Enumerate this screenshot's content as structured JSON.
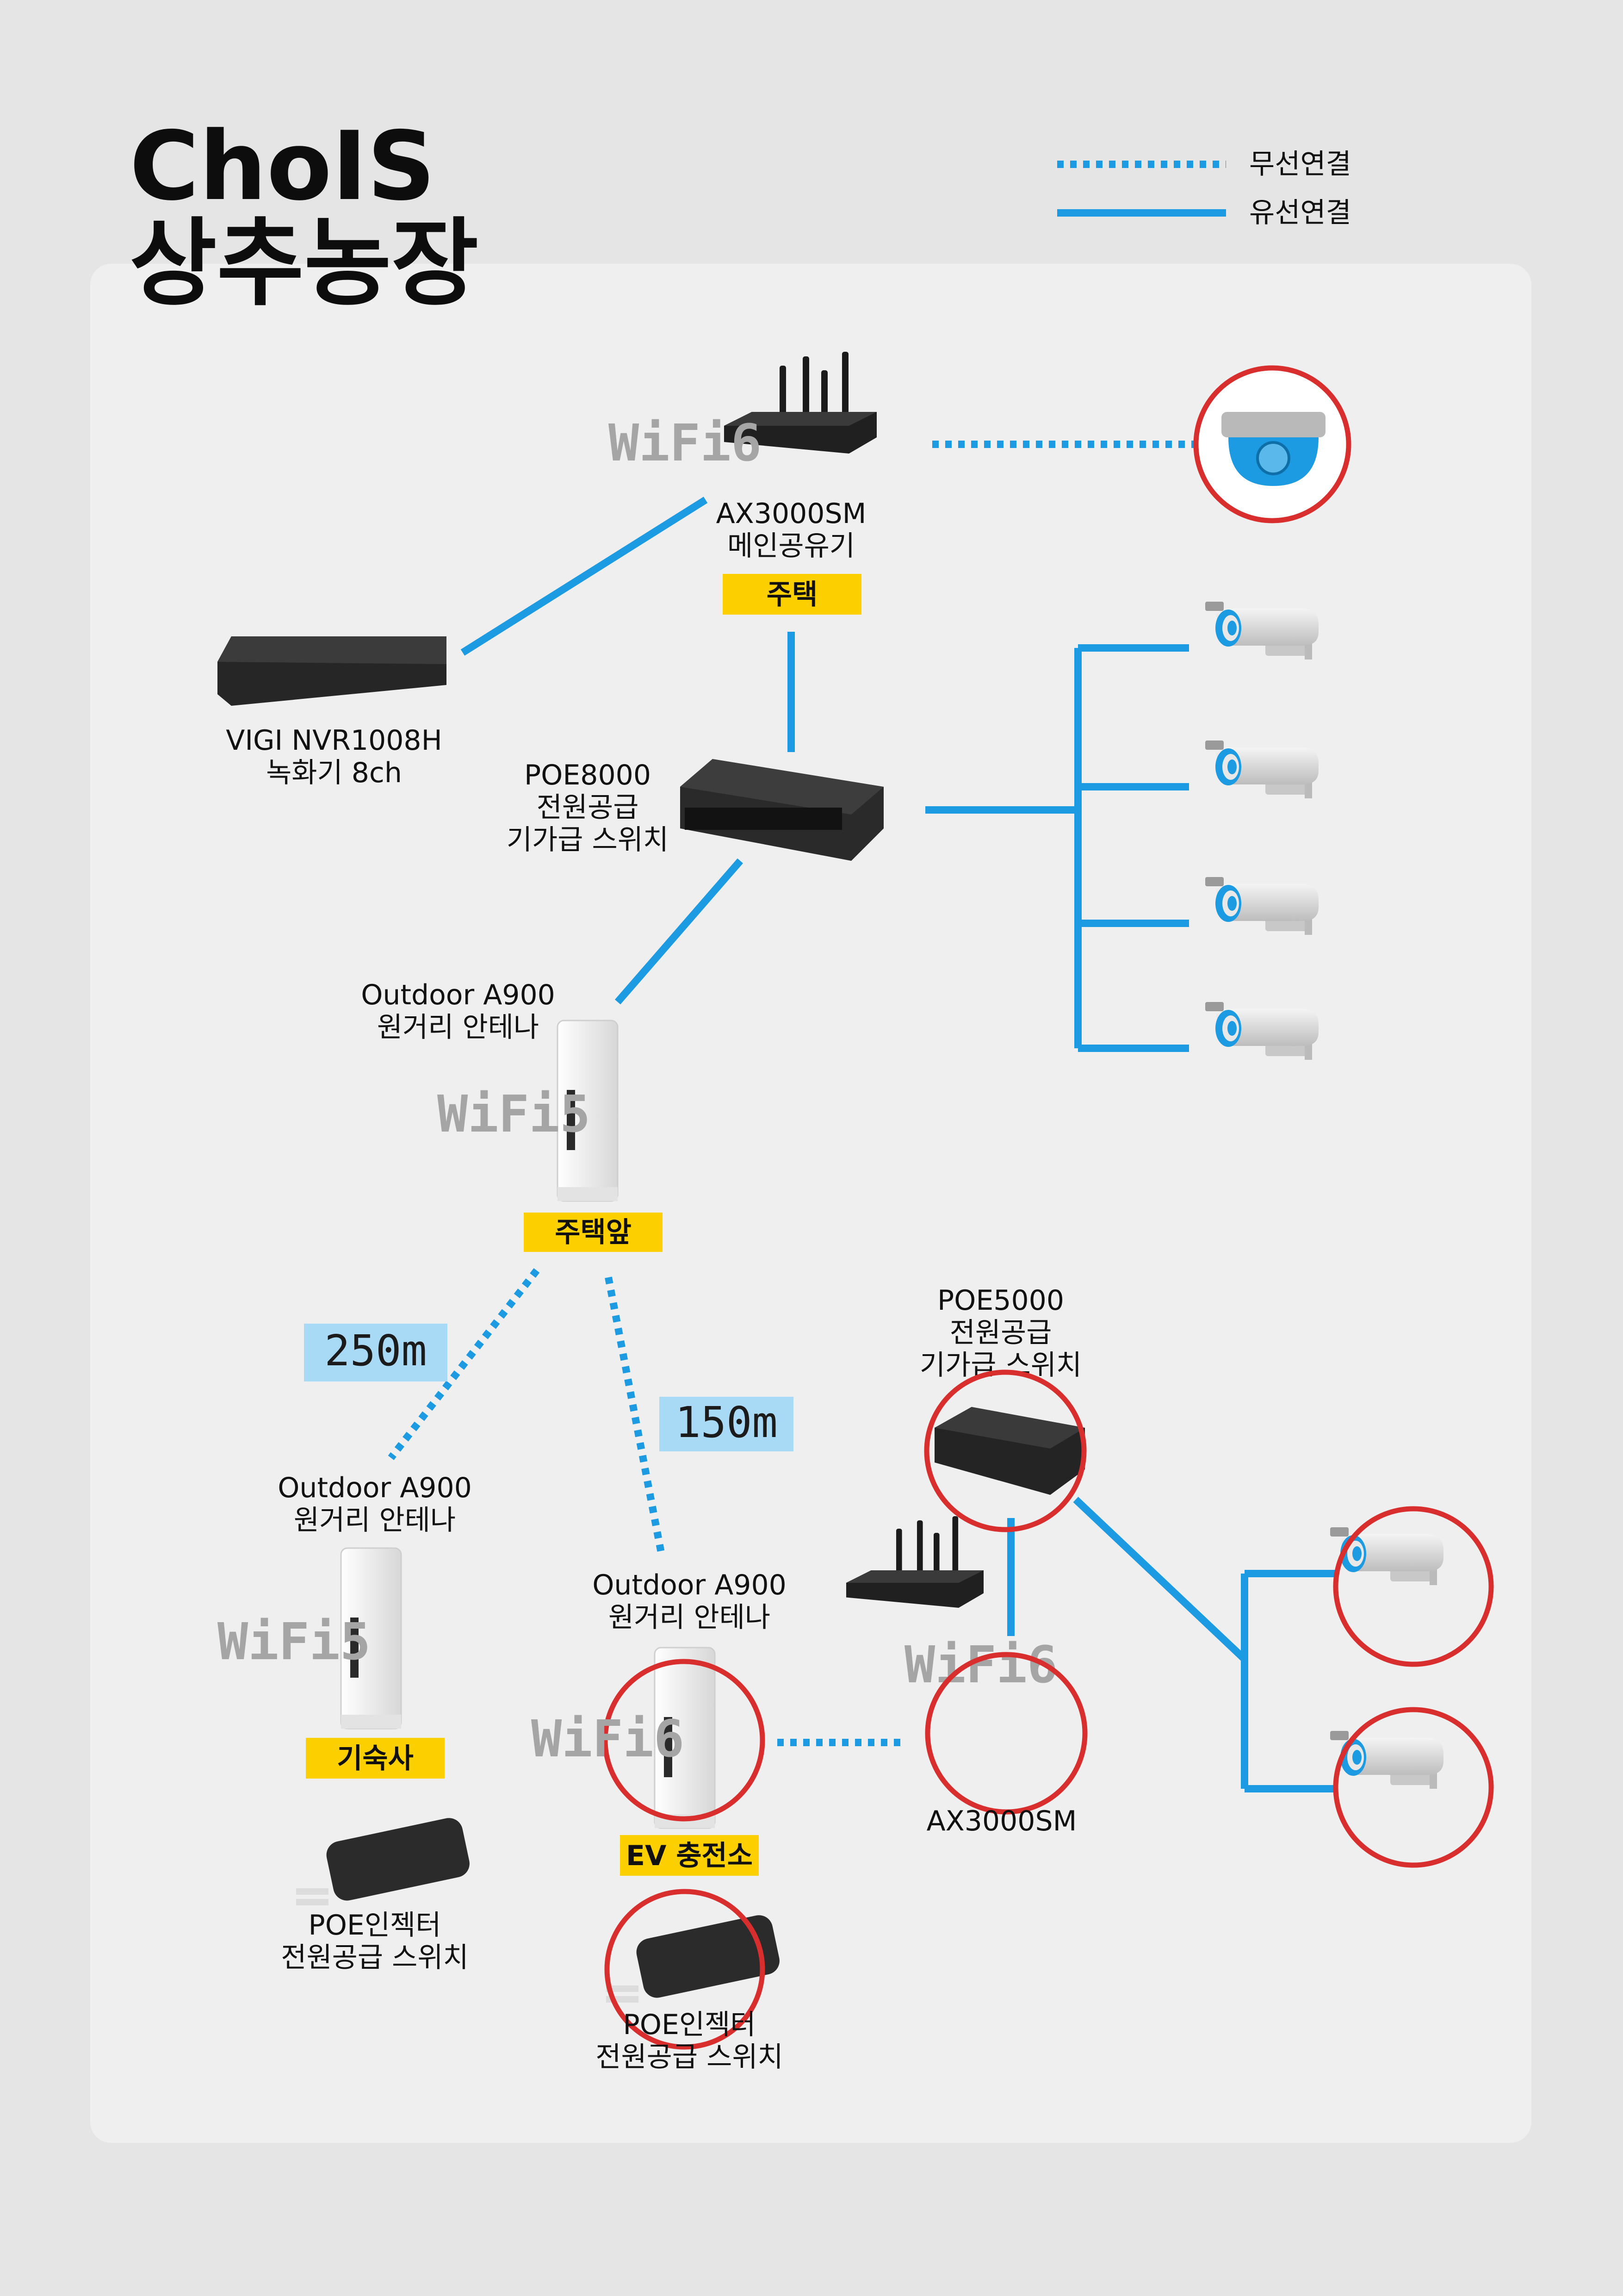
{
  "title": {
    "line1": "ChoIS",
    "line2": "상추농장"
  },
  "legend": {
    "wireless": "무선연결",
    "wired": "유선연결"
  },
  "colors": {
    "link": "#1c9be2",
    "tag": "#fcd000",
    "distance_box": "#a9daf5",
    "highlight_circle": "#d92e2e",
    "panel": "#efefef",
    "background": "#e4e5e4"
  },
  "wifi_labels": {
    "wifi6_main": "WiFi6",
    "wifi5_front": "WiFi5",
    "wifi5_dorm": "WiFi5",
    "wifi6_ev": "WiFi6",
    "wifi6_router2": "WiFi6"
  },
  "devices": {
    "main_router": {
      "line1": "AX3000SM",
      "line2": "메인공유기",
      "tag": "주택"
    },
    "nvr": {
      "line1": "VIGI NVR1008H",
      "line2": "녹화기 8ch"
    },
    "poe8000": {
      "line1": "POE8000",
      "line2": "전원공급",
      "line3": "기가급 스위치"
    },
    "antenna_front": {
      "line1": "Outdoor A900",
      "line2": "원거리 안테나",
      "tag": "주택앞"
    },
    "poe5000": {
      "line1": "POE5000",
      "line2": "전원공급",
      "line3": "기가급 스위치"
    },
    "antenna_dorm": {
      "line1": "Outdoor A900",
      "line2": "원거리 안테나",
      "tag": "기숙사"
    },
    "antenna_ev": {
      "line1": "Outdoor A900",
      "line2": "원거리 안테나",
      "tag": "EV 충전소"
    },
    "router2": {
      "line1": "AX3000SM"
    },
    "injector_dorm": {
      "line1": "POE인젝터",
      "line2": "전원공급 스위치"
    },
    "injector_ev": {
      "line1": "POE인젝터",
      "line2": "전원공급 스위치"
    }
  },
  "distances": {
    "left": "250m",
    "right": "150m"
  }
}
